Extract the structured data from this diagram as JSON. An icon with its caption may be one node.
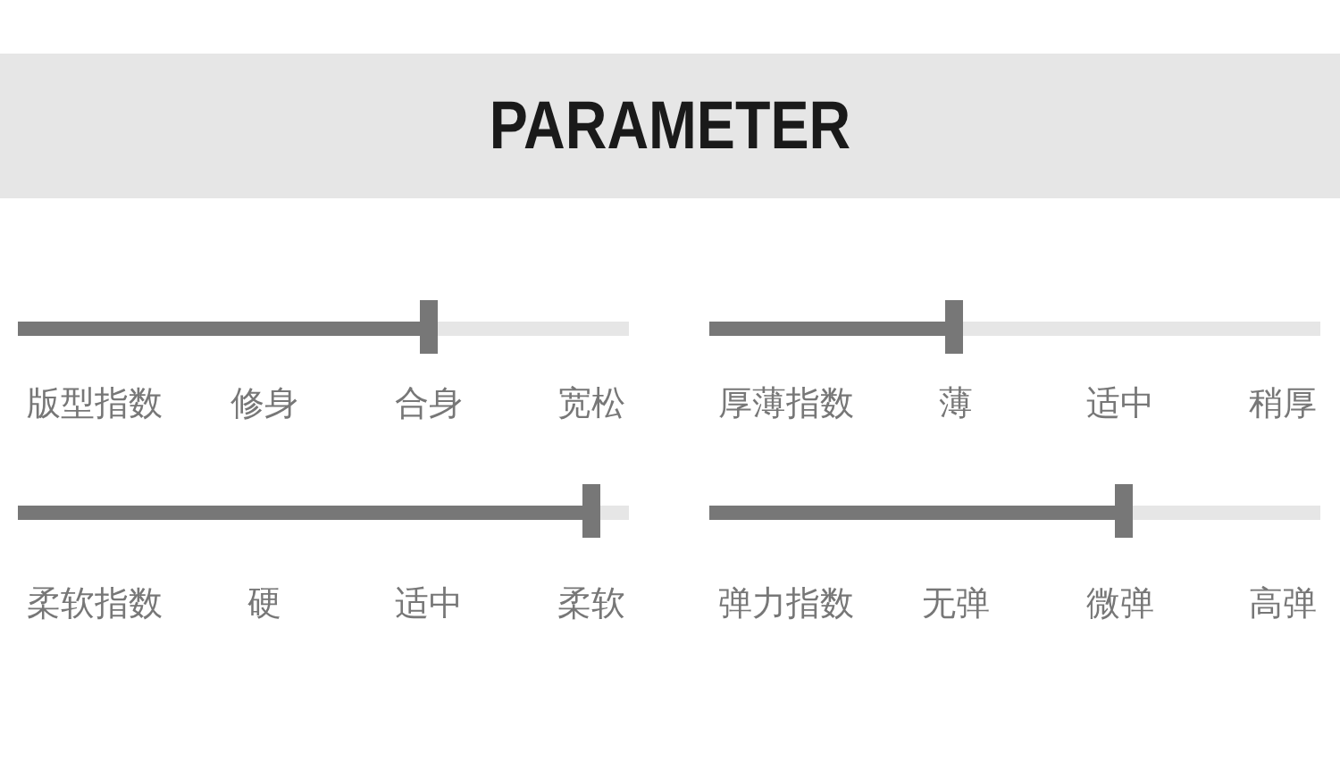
{
  "diagram": {
    "title": "PARAMETER",
    "labels": [
      "版型指数",
      "修身",
      "合身",
      "宽松",
      "厚薄指数",
      "薄",
      "适中",
      "稍厚",
      "柔软指数",
      "硬",
      "适中",
      "柔软",
      "弹力指数",
      "无弹",
      "微弹",
      "高弹"
    ]
  }
}
